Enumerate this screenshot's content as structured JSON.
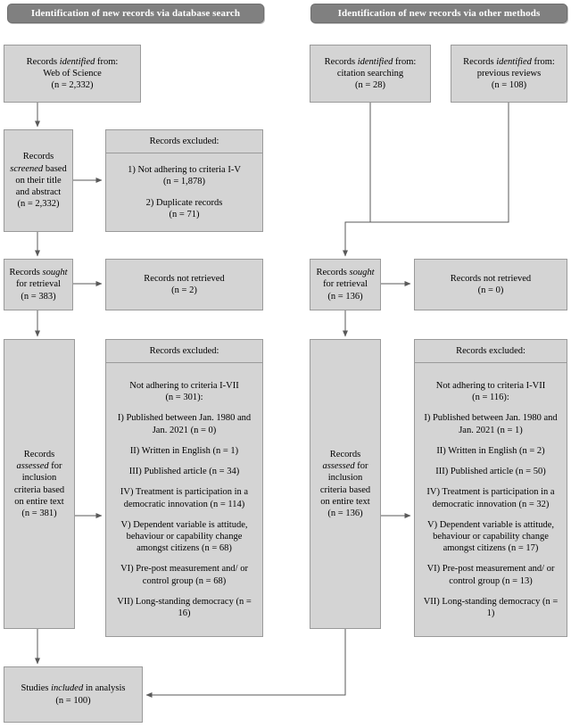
{
  "headers": {
    "left": "Identification of new records via database search",
    "right": "Identification of new records via other methods"
  },
  "colors": {
    "header_fill": "#808080",
    "header_text": "#ffffff",
    "box_fill": "#d4d4d4",
    "box_border": "#9a9a9a",
    "arrow": "#595959",
    "page_background": "#ffffff"
  },
  "left_column": {
    "identified": {
      "line1_pre": "Records ",
      "line1_em": "identified",
      "line1_post": " from:",
      "line2": "Web of Science",
      "line3": "(n = 2,332)"
    },
    "screened": {
      "line1": "Records",
      "line2_em": "screened",
      "line2_post": " based",
      "line3": "on their title",
      "line4": "and abstract",
      "line5": "(n = 2,332)"
    },
    "screen_excluded": {
      "title": "Records excluded:",
      "items": [
        {
          "text": "1) Not adhering to criteria I-V",
          "count": "(n = 1,878)"
        },
        {
          "text": "2) Duplicate records",
          "count": "(n = 71)"
        }
      ]
    },
    "sought": {
      "line1_pre": "Records ",
      "line1_em": "sought",
      "line2": "for retrieval",
      "line3": "(n = 383)"
    },
    "not_retrieved": {
      "line1": "Records not retrieved",
      "line2": "(n = 2)"
    },
    "assessed": {
      "line1": "Records",
      "line2_em": "assessed",
      "line2_post": " for",
      "line3": "inclusion",
      "line4": "criteria based",
      "line5": "on entire text",
      "line6": "(n = 381)"
    },
    "assess_excluded": {
      "title": "Records excluded:",
      "intro": {
        "text": "Not adhering to criteria I-VII",
        "count": "(n = 301):"
      },
      "items": [
        {
          "text": "I) Published between Jan. 1980 and Jan. 2021 (n = 0)"
        },
        {
          "text": "II) Written in English (n = 1)"
        },
        {
          "text": "III) Published article (n = 34)"
        },
        {
          "text": "IV) Treatment is participation in a democratic innovation (n = 114)"
        },
        {
          "text": "V) Dependent variable is attitude, behaviour or capability change amongst citizens (n = 68)"
        },
        {
          "text": "VI) Pre-post measurement and/ or control group (n = 68)"
        },
        {
          "text": "VII) Long-standing democracy (n = 16)"
        }
      ]
    }
  },
  "right_column": {
    "identified_citation": {
      "line1_pre": "Records ",
      "line1_em": "identified",
      "line1_post": " from:",
      "line2": "citation searching",
      "line3": "(n = 28)"
    },
    "identified_previous": {
      "line1_pre": "Records ",
      "line1_em": "identified",
      "line1_post": " from:",
      "line2": "previous reviews",
      "line3": "(n = 108)"
    },
    "sought": {
      "line1_pre": "Records ",
      "line1_em": "sought",
      "line2": "for retrieval",
      "line3": "(n = 136)"
    },
    "not_retrieved": {
      "line1": "Records not retrieved",
      "line2": "(n = 0)"
    },
    "assessed": {
      "line1": "Records",
      "line2_em": "assessed",
      "line2_post": " for",
      "line3": "inclusion",
      "line4": "criteria based",
      "line5": "on entire text",
      "line6": "(n = 136)"
    },
    "assess_excluded": {
      "title": "Records excluded:",
      "intro": {
        "text": "Not adhering to criteria I-VII",
        "count": "(n = 116):"
      },
      "items": [
        {
          "text": "I) Published between Jan. 1980 and Jan. 2021 (n = 1)"
        },
        {
          "text": "II) Written in English (n = 2)"
        },
        {
          "text": "III) Published article (n = 50)"
        },
        {
          "text": "IV) Treatment is participation in a democratic innovation (n = 32)"
        },
        {
          "text": "V) Dependent variable is attitude, behaviour or capability change amongst citizens (n = 17)"
        },
        {
          "text": "VI) Pre-post measurement and/ or control group (n = 13)"
        },
        {
          "text": "VII) Long-standing democracy (n = 1)"
        }
      ]
    }
  },
  "included": {
    "line1_pre": "Studies ",
    "line1_em": "included",
    "line1_post": " in analysis",
    "line2": "(n = 100)"
  }
}
